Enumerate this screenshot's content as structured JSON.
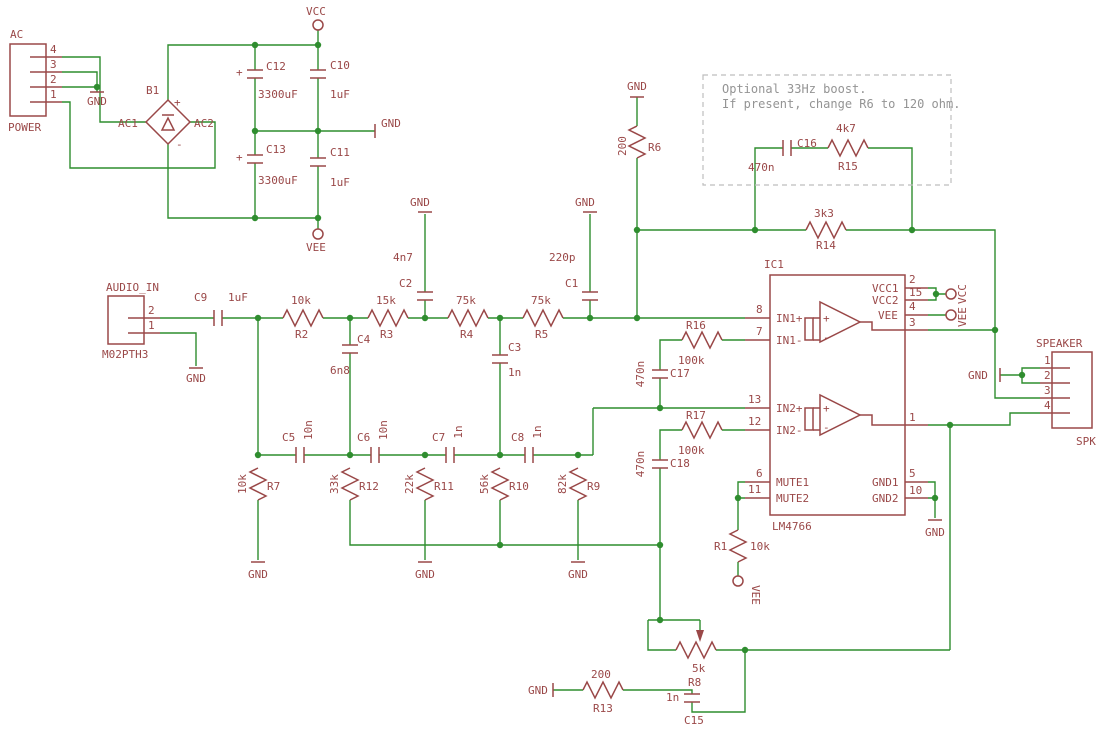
{
  "gnd": "GND",
  "vcc": "VCC",
  "vee": "VEE",
  "note": {
    "line1": "Optional 33Hz boost.",
    "line2": "If present, change R6 to 120 ohm."
  },
  "colors": {
    "wire": "#2f8d2f",
    "part": "#9a4848",
    "note_text": "#949494"
  },
  "connectors": {
    "power": {
      "title": "AC",
      "name": "POWER",
      "pin4": "4",
      "pin3": "3",
      "pin2": "2",
      "pin1": "1"
    },
    "audio": {
      "title": "AUDIO_IN",
      "name": "M02PTH3",
      "pin2": "2",
      "pin1": "1"
    },
    "speaker": {
      "title": "SPEAKER",
      "name": "SPK",
      "pin1": "1",
      "pin2": "2",
      "pin3": "3",
      "pin4": "4"
    }
  },
  "bridge": {
    "name": "B1",
    "plus": "+",
    "minus": "-",
    "ac1": "AC1",
    "ac2": "AC2"
  },
  "ic": {
    "designator": "IC1",
    "part": "LM4766",
    "opamp_plus": "+",
    "opamp_minus": "-",
    "pins": {
      "in1p": {
        "num": "8",
        "label": "IN1+"
      },
      "in1n": {
        "num": "7",
        "label": "IN1-"
      },
      "in2p": {
        "num": "13",
        "label": "IN2+"
      },
      "in2n": {
        "num": "12",
        "label": "IN2-"
      },
      "mute1": {
        "num": "6",
        "label": "MUTE1"
      },
      "mute2": {
        "num": "11",
        "label": "MUTE2"
      },
      "vcc1": {
        "num": "2",
        "label": "VCC1"
      },
      "vcc2": {
        "num": "15",
        "label": "VCC2"
      },
      "vee": {
        "num": "4",
        "label": "VEE"
      },
      "out1": {
        "num": "3"
      },
      "out2": {
        "num": "1"
      },
      "gnd1": {
        "num": "5",
        "label": "GND1"
      },
      "gnd2": {
        "num": "10",
        "label": "GND2"
      }
    }
  },
  "parts": {
    "plus": "+",
    "r1": {
      "n": "R1",
      "v": "10k"
    },
    "r2": {
      "n": "R2",
      "v": "10k"
    },
    "r3": {
      "n": "R3",
      "v": "15k"
    },
    "r4": {
      "n": "R4",
      "v": "75k"
    },
    "r5": {
      "n": "R5",
      "v": "75k"
    },
    "r6": {
      "n": "R6",
      "v": "200"
    },
    "r7": {
      "n": "R7",
      "v": "10k"
    },
    "r8": {
      "n": "R8",
      "v": "5k"
    },
    "r9": {
      "n": "R9",
      "v": "82k"
    },
    "r10": {
      "n": "R10",
      "v": "56k"
    },
    "r11": {
      "n": "R11",
      "v": "22k"
    },
    "r12": {
      "n": "R12",
      "v": "33k"
    },
    "r13": {
      "n": "R13",
      "v": "200"
    },
    "r14": {
      "n": "R14",
      "v": "3k3"
    },
    "r15": {
      "n": "R15",
      "v": "4k7"
    },
    "r16": {
      "n": "R16",
      "v": "100k"
    },
    "r17": {
      "n": "R17",
      "v": "100k"
    },
    "c1": {
      "n": "C1",
      "v": "220p"
    },
    "c2": {
      "n": "C2",
      "v": "4n7"
    },
    "c3": {
      "n": "C3",
      "v": "1n"
    },
    "c4": {
      "n": "C4",
      "v": "6n8"
    },
    "c5": {
      "n": "C5",
      "v": "10n"
    },
    "c6": {
      "n": "C6",
      "v": "10n"
    },
    "c7": {
      "n": "C7",
      "v": "1n"
    },
    "c8": {
      "n": "C8",
      "v": "1n"
    },
    "c9": {
      "n": "C9",
      "v": "1uF"
    },
    "c10": {
      "n": "C10",
      "v": "1uF"
    },
    "c11": {
      "n": "C11",
      "v": "1uF"
    },
    "c12": {
      "n": "C12",
      "v": "3300uF"
    },
    "c13": {
      "n": "C13",
      "v": "3300uF"
    },
    "c15": {
      "n": "C15",
      "v": "1n"
    },
    "c16": {
      "n": "C16",
      "v": "470n"
    },
    "c17": {
      "n": "C17",
      "v": "470n"
    },
    "c18": {
      "n": "C18",
      "v": "470n"
    }
  }
}
